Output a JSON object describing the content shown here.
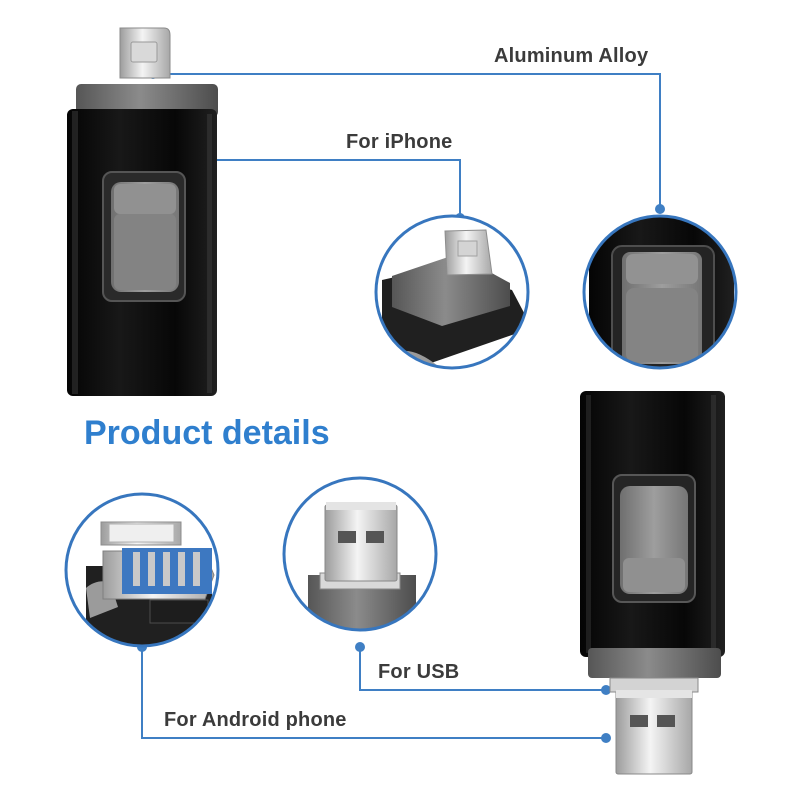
{
  "labels": {
    "aluminum_alloy": "Aluminum Alloy",
    "for_iphone": "For iPhone",
    "product_details": "Product details",
    "for_usb": "For USB",
    "for_android_phone": "For Android phone"
  },
  "colors": {
    "callout_line": "#3f7fc4",
    "callout_text": "#3b3b3b",
    "headline": "#2f7fce",
    "drive_body": "#111111",
    "metal": "#7d7d7d",
    "slider": "#8a8a8a",
    "connector_blue": "#3d78c1",
    "circle_border": "#3776be"
  }
}
